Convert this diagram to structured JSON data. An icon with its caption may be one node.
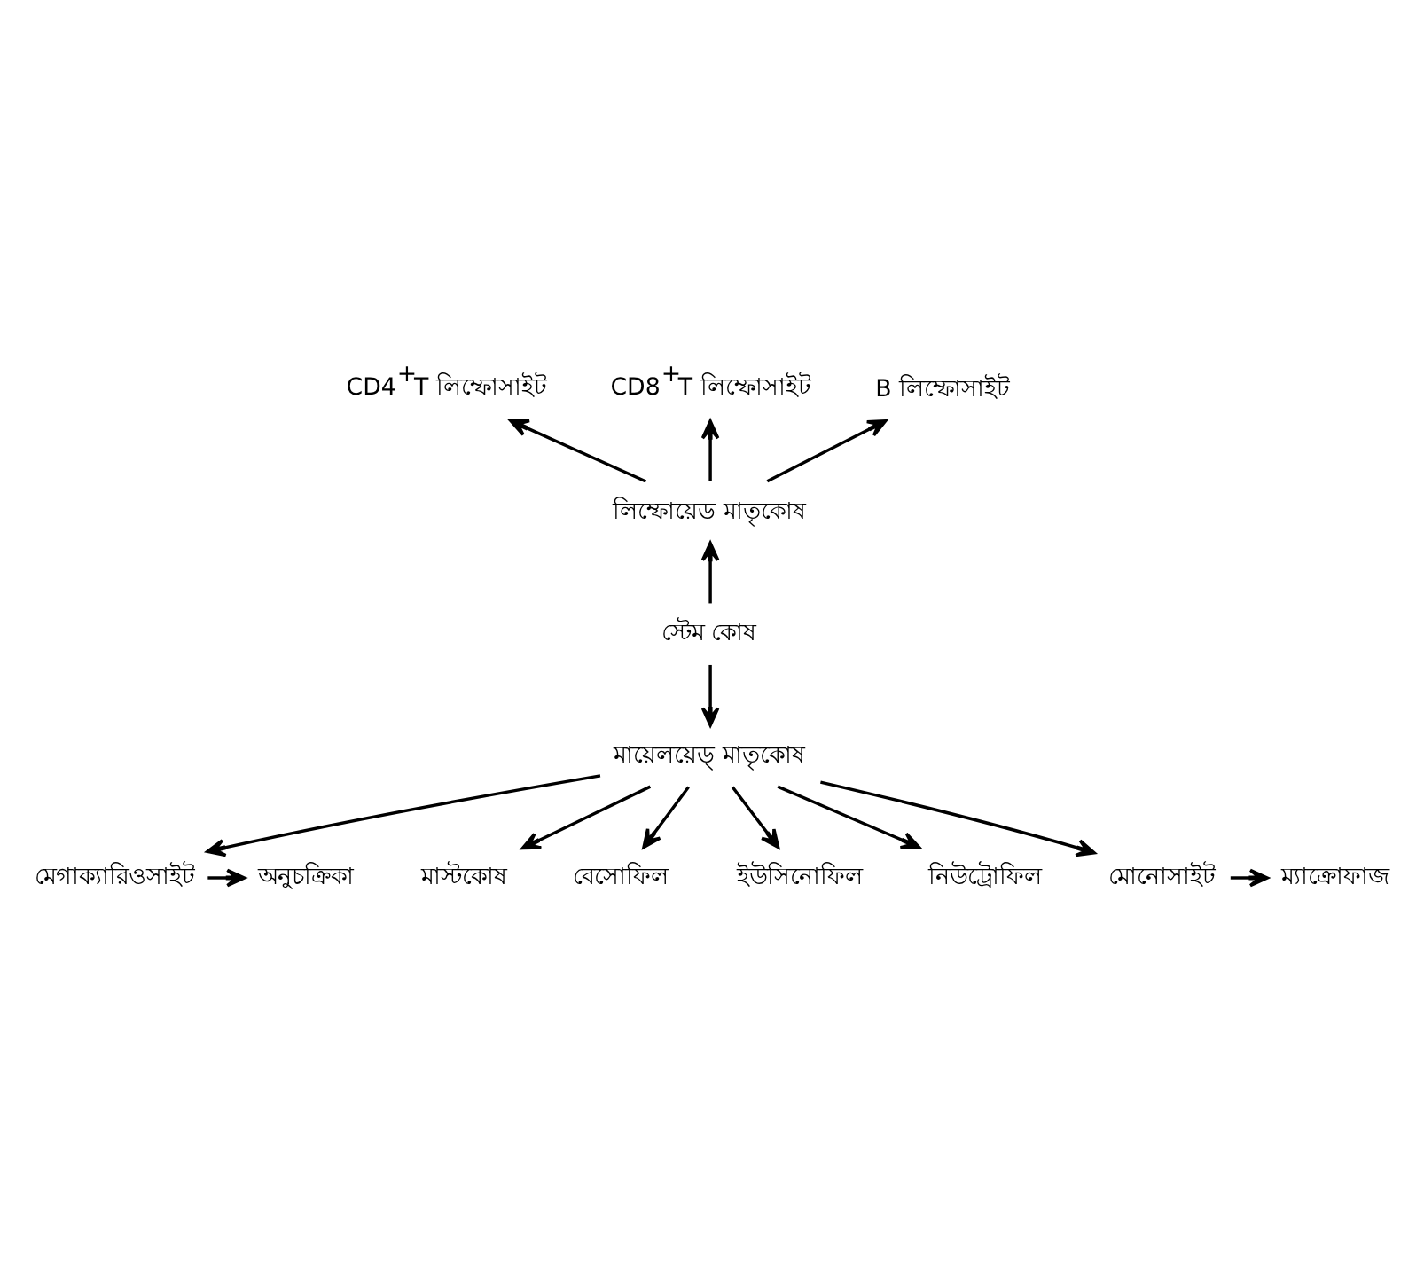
{
  "diagram": {
    "nodes": [
      {
        "text": [
          "CD4$^{+}$T লিম্ফোসাইট"
        ]
      },
      {
        "text": [
          "CD8$^{+}$T লিম্ফোসাইট"
        ]
      },
      {
        "text": [
          "B লিম্ফোসাইট"
        ]
      },
      {
        "text": [
          "লিম্ফোয়েড মাতৃকোষ"
        ]
      },
      {
        "text": [
          "স্টেম কোষ"
        ]
      },
      {
        "text": [
          "মায়েলয়েড্ মাতৃকোষ"
        ]
      },
      {
        "text": [
          "মেগাক্যারিওসাইট"
        ]
      },
      {
        "text": [
          "অনুচক্রিকা"
        ]
      },
      {
        "text": [
          "মাস্টকোষ"
        ]
      },
      {
        "text": [
          "বেসোফিল"
        ]
      },
      {
        "text": [
          "ইউসিনোফিল"
        ]
      },
      {
        "text": [
          "নিউট্রোফিল"
        ]
      },
      {
        "text": [
          "মোনোসাইট"
        ]
      },
      {
        "text": [
          "ম্যাক্রোফাজ"
        ]
      }
    ],
    "edges": [
      {
        "from": 4,
        "to": 3,
        "arrow": "to"
      },
      {
        "from": 4,
        "to": 5,
        "arrow": "to"
      },
      {
        "from": 3,
        "to": 1,
        "arrow": "to"
      },
      {
        "from": 3,
        "to": 0,
        "arrow": "to"
      },
      {
        "from": 3,
        "to": 2,
        "arrow": "to"
      },
      {
        "from": 5,
        "to": 8,
        "arrow": "to"
      },
      {
        "from": 5,
        "to": 9,
        "arrow": "to"
      },
      {
        "from": 5,
        "to": 10,
        "arrow": "to"
      },
      {
        "from": 5,
        "to": 11,
        "arrow": "to"
      },
      {
        "from": 5,
        "to": 12,
        "arrow": "to"
      },
      {
        "from": 5,
        "to": 6,
        "arrow": "to"
      },
      {
        "from": 6,
        "to": 7,
        "arrow": "to"
      },
      {
        "from": 12,
        "to": 13,
        "arrow": "to"
      }
    ]
  }
}
